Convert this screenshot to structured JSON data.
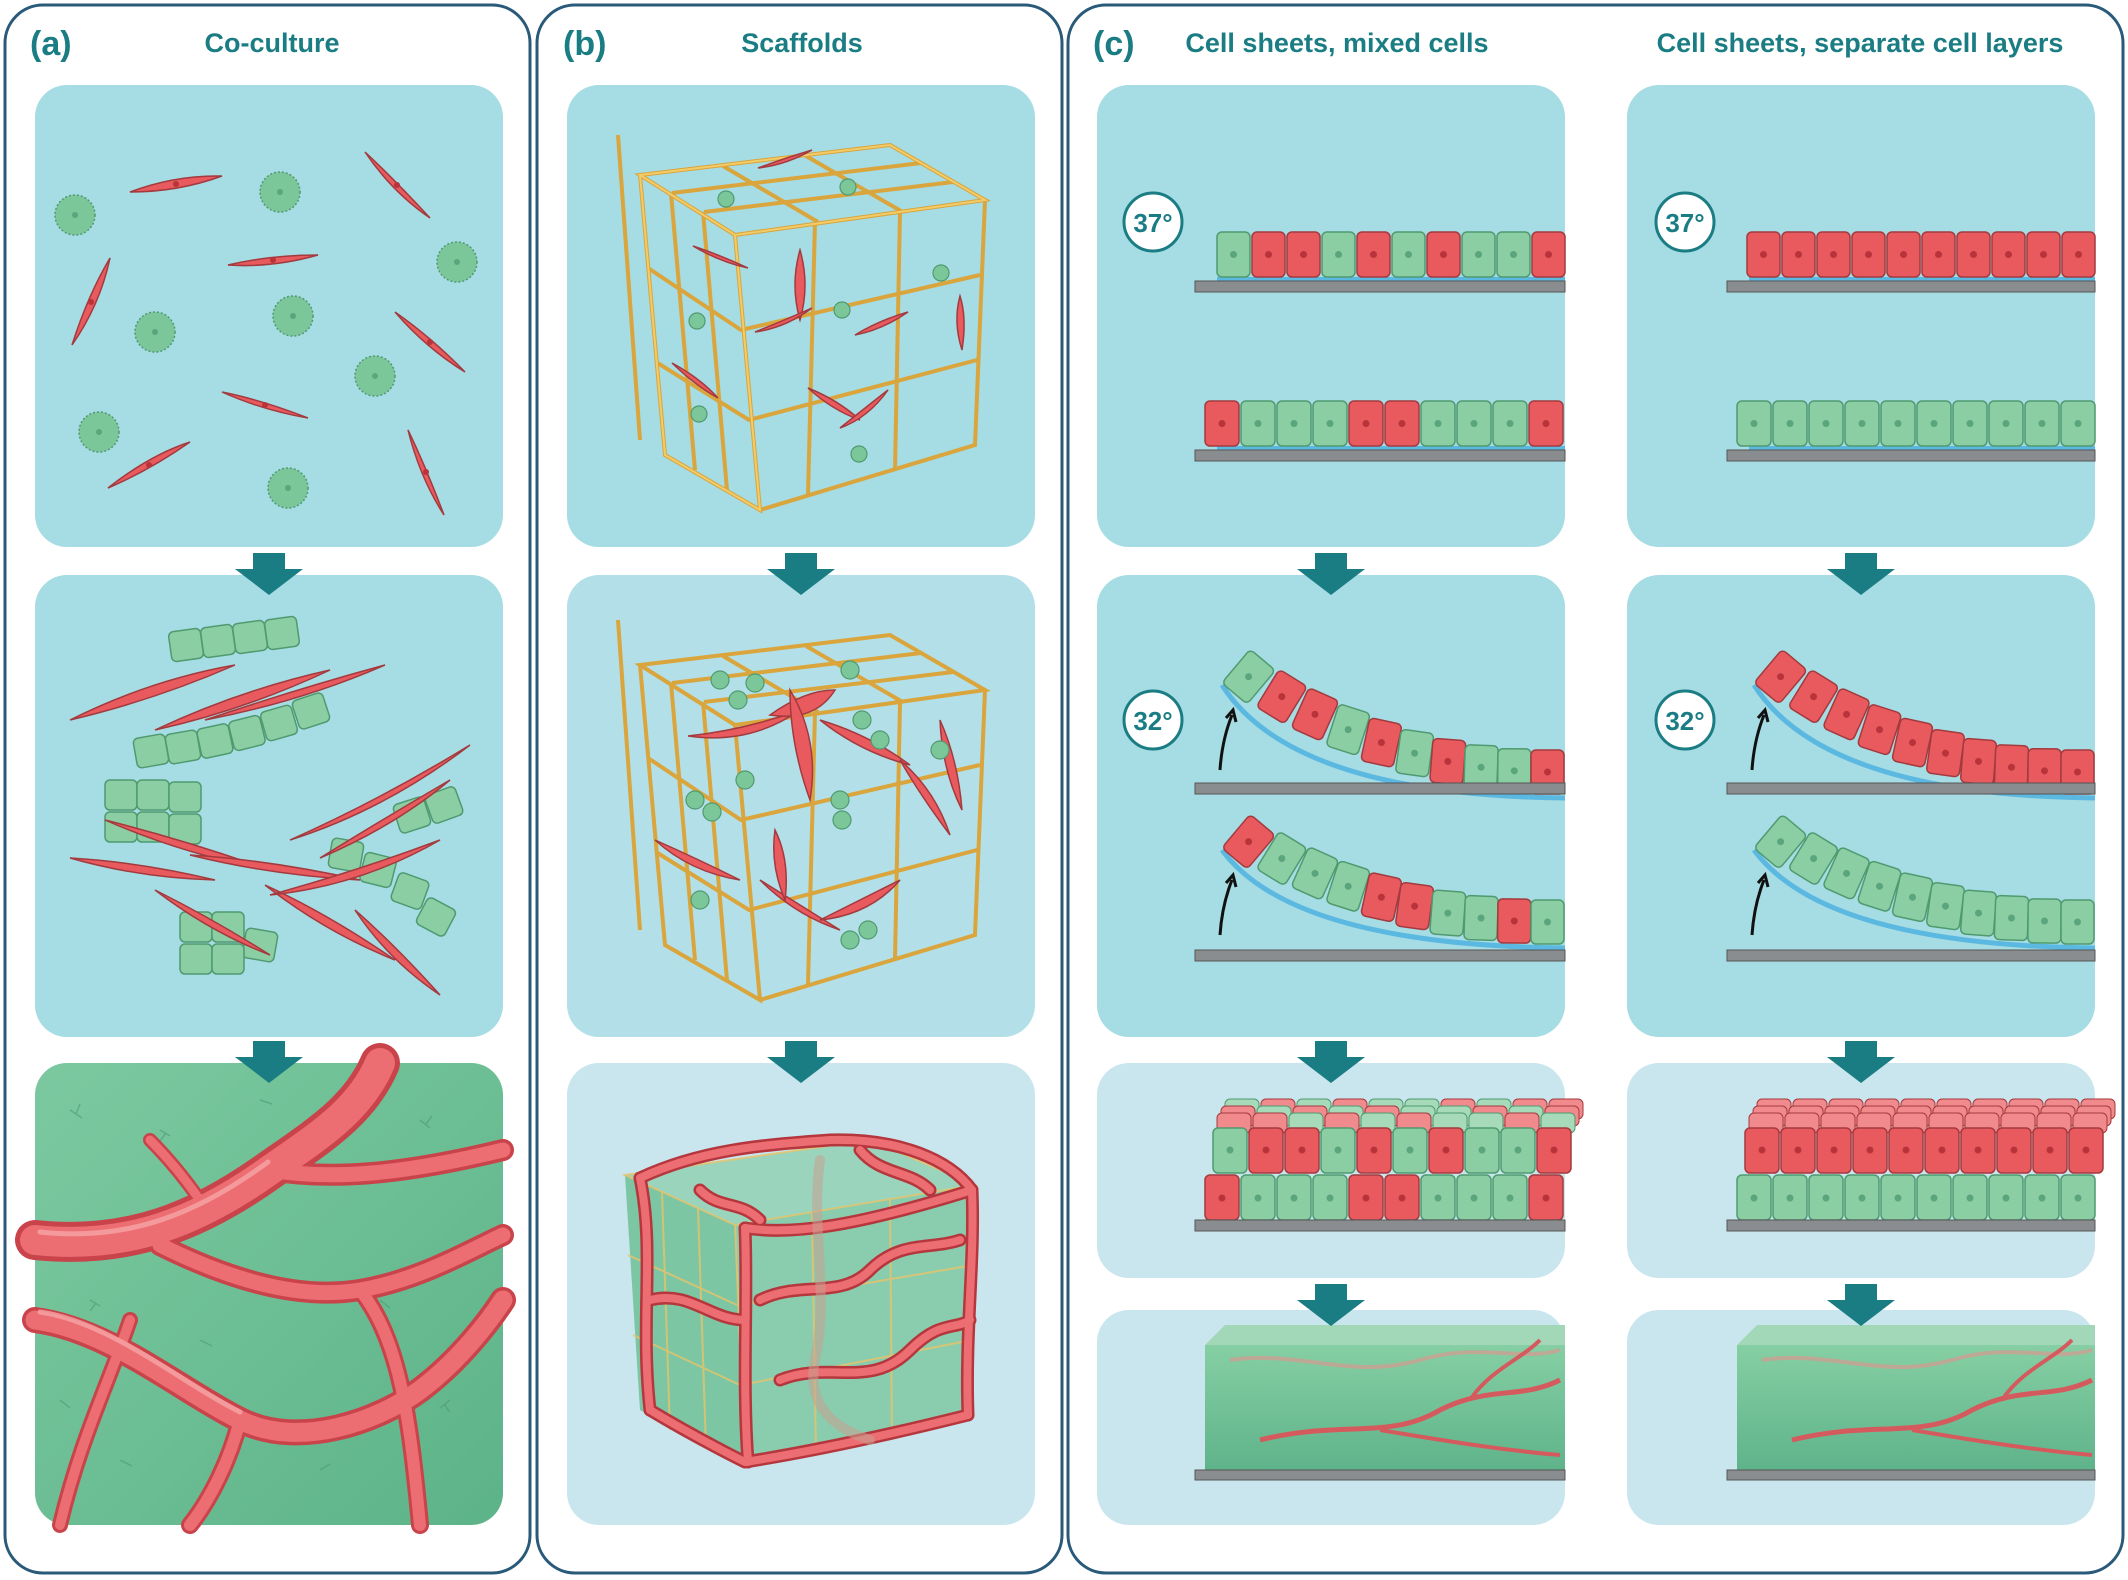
{
  "panels": [
    {
      "label": "(a)",
      "title": "Co-culture"
    },
    {
      "label": "(b)",
      "title": "Scaffolds"
    },
    {
      "label": "(c)",
      "title": "Cell sheets, mixed cells"
    },
    {
      "title": "Cell sheets, separate cell layers"
    }
  ],
  "temperatures": {
    "warm": "37°",
    "cool": "32°"
  },
  "colors": {
    "panel_border": "#2a5a7a",
    "box_light": "#a6dce3",
    "box_pale": "#c9e6ee",
    "arrow": "#1b7d84",
    "endothelial_red": "#e85a5e",
    "support_green": "#8ccea3",
    "scaffold_yellow": "#e8b84a",
    "tissue_green": "#6fbf96",
    "plate_gray": "#8a8d8f"
  }
}
